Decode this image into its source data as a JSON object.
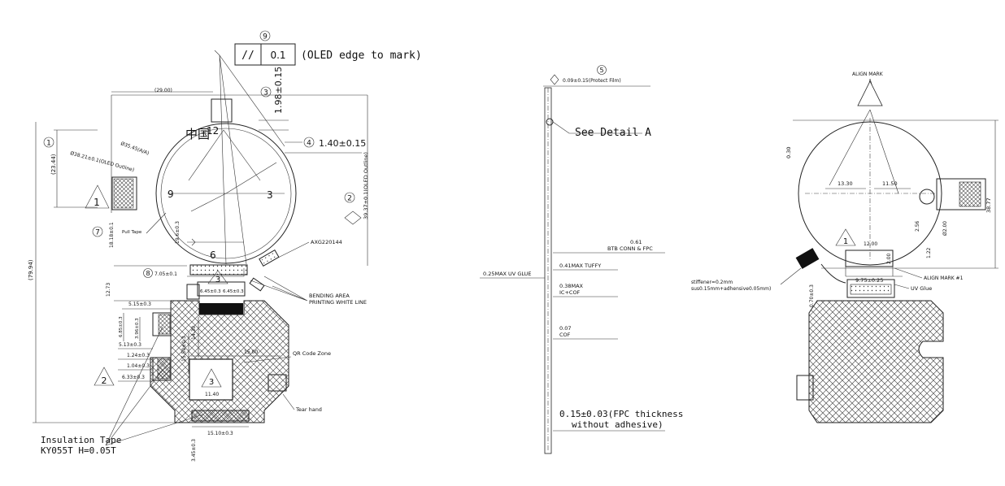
{
  "left_view": {
    "item9_number": "9",
    "parallel_symbol": "//",
    "tolerance": "0.1",
    "parallel_note": "(OLED edge to mark)",
    "item3_number": "3",
    "dim_198": "1.98±0.15",
    "item4_number": "4",
    "dim_140": "1.40±0.15",
    "item1_number": "1",
    "item2_number": "2",
    "dim_2900": "(29.00)",
    "dim_2344": "(23.44)",
    "dim_3545": "Ø35.45(A/A)",
    "dim_3821": "Ø38.21±0.1(OLED Outline)",
    "dim_3937": "39.37±0.1(OLED Outline)",
    "label_12": "12",
    "label_3": "3",
    "label_6": "6",
    "label_9": "9",
    "item7_number": "7",
    "pull_tape": "Pull Tape",
    "dim_1818": "18.18±0.1",
    "dim_1963": "19.6±0.3",
    "axg_part": "AXG220144",
    "item8_number": "8",
    "dim_705": "7.05±0.1",
    "dim_7994": "(79.94)",
    "dim_1273": "12.73",
    "dim_645a": "6.45±0.3",
    "dim_645b": "6.45±0.3",
    "bending_area": "BENDING AREA",
    "printing_white_line": "PRINTING WHITE LINE",
    "dim_515": "5.15±0.3",
    "dim_685": "6.85±0.3",
    "dim_396": "3.96±0.3",
    "dim_513": "5.13±0.3",
    "dim_124": "1.24±0.3",
    "dim_104": "1.04±0.3",
    "dim_633": "6.33±0.3",
    "dim_1430": "14.30",
    "dim_1550": "15.50±0.3",
    "dim_1500": "15.00",
    "qr_code_zone": "QR Code Zone",
    "dim_1140": "11.40",
    "tear_hand": "Tear hand",
    "dim_1510": "15.10±0.3",
    "dim_345": "3.45±0.3",
    "triangle_1": "1",
    "triangle_2": "2",
    "triangle_3a": "3",
    "triangle_3b": "3",
    "insulation_tape": "Insulation Tape",
    "insulation_spec": "KY055T H=0.05T"
  },
  "middle_view": {
    "item5_number": "5",
    "protect_film": "0.09±0.15(Protect Film)",
    "see_detail": "See Detail A",
    "dim_061": "0.61",
    "btb_conn": "BTB CONN & FPC",
    "tuffy": "0.41MAX TUFFY",
    "uv_glue": "0.25MAX UV GLUE",
    "dim_038": "0.38MAX",
    "ic_cof": "IC+COF",
    "dim_007": "0.07",
    "cof": "COF",
    "fpc_thickness": "0.15±0.03(FPC thickness",
    "without_adhesive": "without adhesive)"
  },
  "right_view": {
    "align_mark": "ALIGN MARK",
    "dim_030": "0.30",
    "dim_1330": "13.30",
    "dim_1150": "11.50",
    "dim_3877": "38.77",
    "dim_256": "2.56",
    "dim_phi": "Ø2.00",
    "dim_122": "1.22",
    "dim_1200": "12.00",
    "dim_200": "2.00",
    "triangle_1": "1",
    "stiffener_1": "stiffener=0.2mm",
    "stiffener_2": "sus0.15mm+adhensive0.05mm)",
    "dim_975": "9.75±0.25",
    "align_mark_note": "ALIGN MARK  #1",
    "uv_glue": "UV Glue",
    "dim_0704": "0.70±0.3"
  }
}
